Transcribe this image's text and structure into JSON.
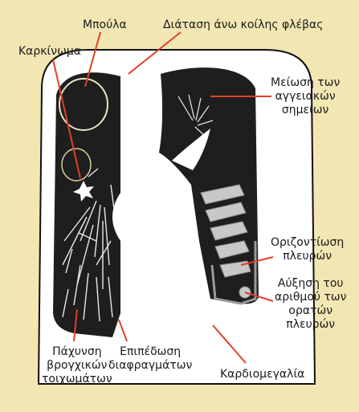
{
  "labels": {
    "bulla": "Μπούλα",
    "svc": "Διάταση άνω κοίλης φλέβας",
    "carcinoma": "Καρκίνωμα",
    "vascular": [
      "Μείωση των",
      "αγγειακών",
      "σημείων"
    ],
    "ribs_horizontal": [
      "Οριζοντίωση",
      "πλευρών"
    ],
    "ribs_more": [
      "Αύξηση του",
      "αριθμού των",
      "ορατών",
      "πλευρών"
    ],
    "bronchial": [
      "Πάχυνση",
      "βρογχικών",
      "τοιχωμάτων"
    ],
    "diaphragm": [
      "Επιπέδωση",
      "διαφραγμάτων"
    ],
    "cardio": "Καρδιομεγαλία"
  },
  "colors": {
    "background": "#f2e6b3",
    "chest": "#ffffff",
    "lung": "#1e1e1e",
    "leader": "#e0402a",
    "rib": "#c8c8c8"
  }
}
